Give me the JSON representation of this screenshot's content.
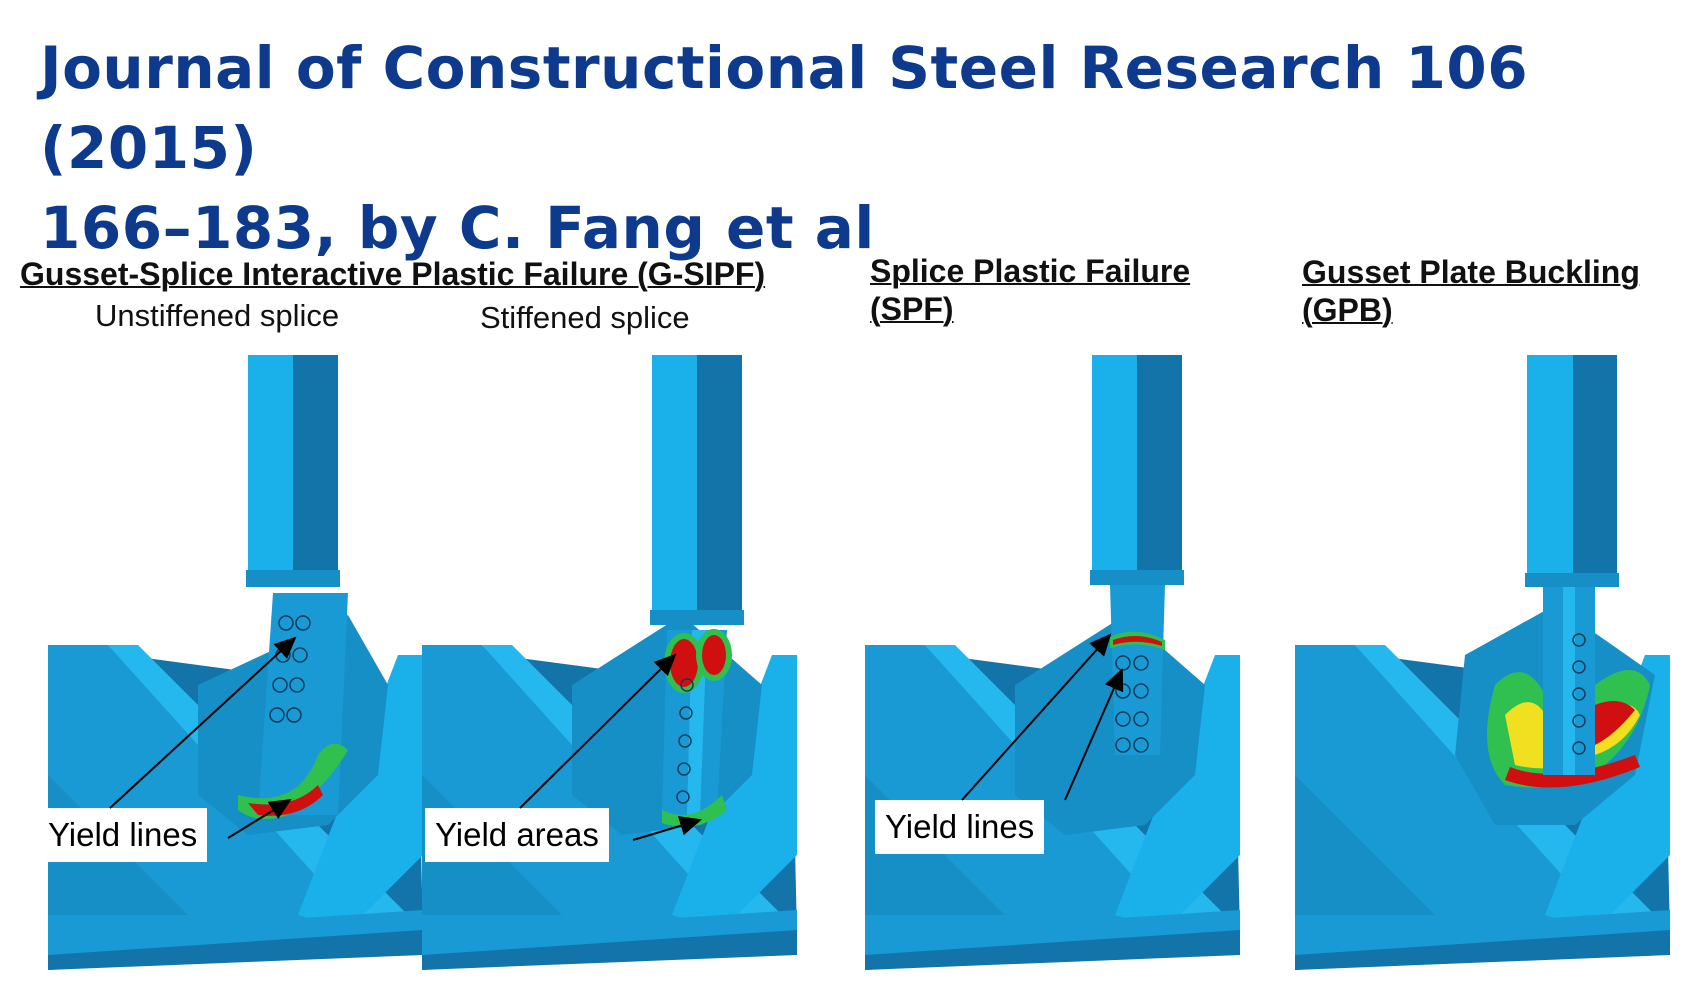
{
  "title_line1": "Journal of Constructional Steel Research 106 (2015)",
  "title_line2": "166–183, by C. Fang et al",
  "headers": {
    "gsipf": "Gusset-Splice Interactive Plastic Failure (G-SIPF)",
    "unstiffened": "Unstiffened splice",
    "stiffened": "Stiffened splice",
    "spf_line1": "Splice Plastic Failure",
    "spf_line2": "(SPF)",
    "gpb_line1": "Gusset Plate Buckling",
    "gpb_line2": "(GPB)"
  },
  "callouts": {
    "panel1": "Yield lines",
    "panel2": "Yield areas",
    "panel3": "Yield lines"
  },
  "colors": {
    "title": "#0d3a8c",
    "steel_light": "#1ab0ea",
    "steel_mid": "#168fc6",
    "steel_dark": "#1274a8",
    "yield_red": "#d01010",
    "yield_yellow": "#f0e020",
    "yield_green": "#30c050"
  }
}
